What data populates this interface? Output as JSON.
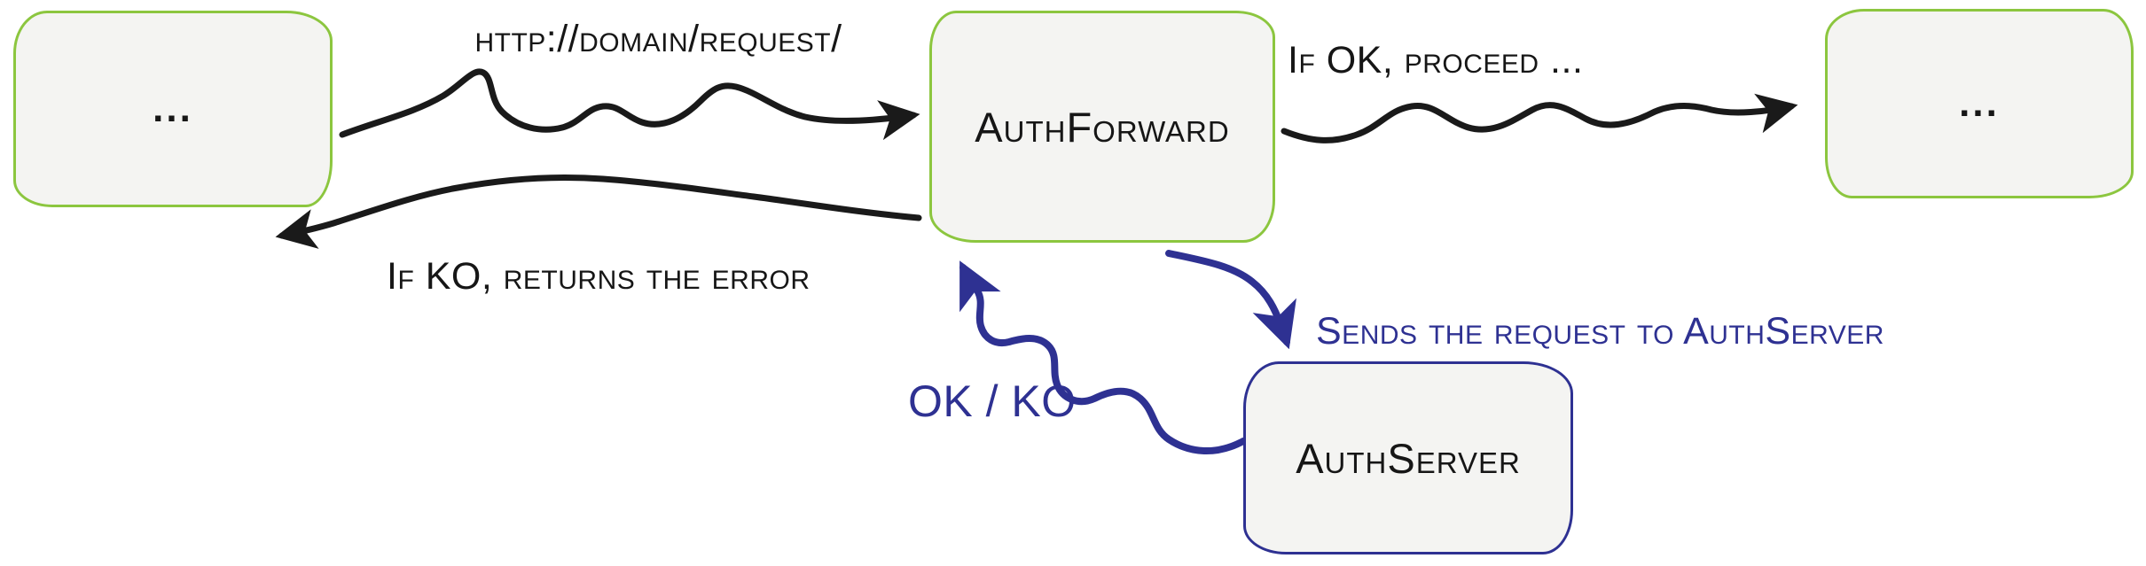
{
  "diagram": {
    "type": "flow",
    "nodes": {
      "client_left": {
        "label": "..."
      },
      "auth_forward": {
        "label": "AuthForward"
      },
      "client_right": {
        "label": "..."
      },
      "auth_server": {
        "label": "AuthServer"
      }
    },
    "edges": {
      "request": {
        "label": "http://domain/request/",
        "from": "client_left",
        "to": "auth_forward"
      },
      "ok_proceed": {
        "label": "If OK, proceed ...",
        "from": "auth_forward",
        "to": "client_right"
      },
      "ko_return": {
        "label": "If KO, returns the error",
        "from": "auth_forward",
        "to": "client_left"
      },
      "send_request": {
        "label": "Sends the request to AuthServer",
        "from": "auth_forward",
        "to": "auth_server"
      },
      "ok_ko": {
        "label": "OK / KO",
        "from": "auth_server",
        "to": "auth_forward"
      }
    },
    "colors": {
      "green": "#8cc63f",
      "blue": "#2e3192",
      "black": "#1a1a1a",
      "node_fill": "#f4f4f2"
    }
  }
}
